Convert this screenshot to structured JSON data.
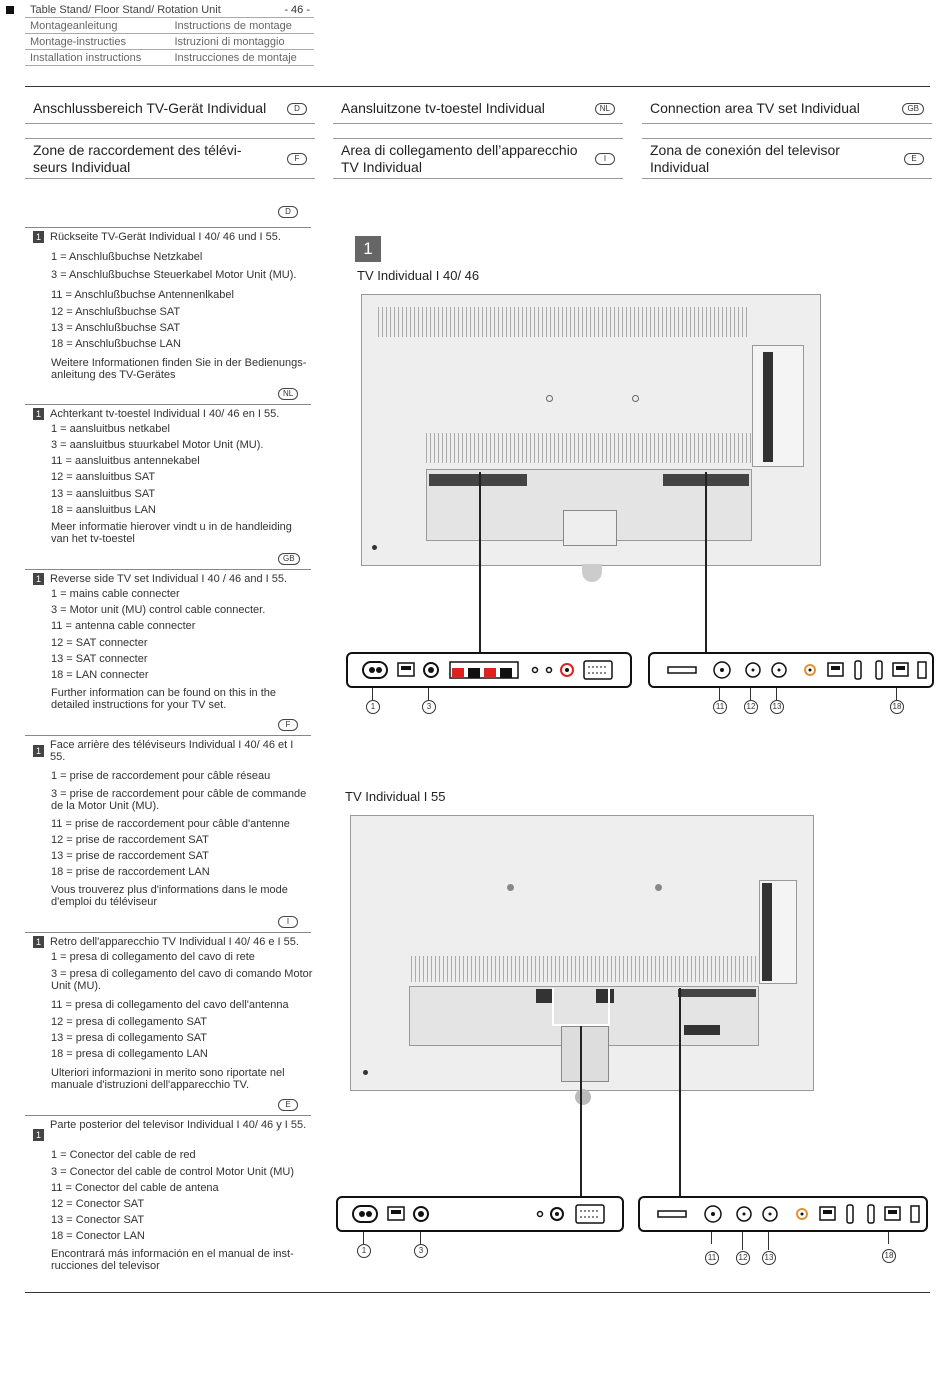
{
  "header": {
    "rows": [
      [
        "Table Stand/ Floor Stand/ Rotation Unit",
        "- 46 -"
      ],
      [
        "Montageanleitung",
        "Instructions de montage"
      ],
      [
        "Montage-instructies",
        "Istruzioni di montaggio"
      ],
      [
        "Installation instructions",
        "Instrucciones de montaje"
      ]
    ]
  },
  "headings": [
    {
      "text": "Anschlussbereich TV-Gerät Individual",
      "lang": "D"
    },
    {
      "text": "Aansluitzone tv-toestel Individual",
      "lang": "NL"
    },
    {
      "text": "Connection area TV set Individual",
      "lang": "GB"
    },
    {
      "text": "Zone de raccordement des télévi-seurs Individual",
      "lang": "F"
    },
    {
      "text": "Area di collegamento dell’apparecchio TV Individual",
      "lang": "I"
    },
    {
      "text": "Zona de conexión del televisor Individual",
      "lang": "E"
    }
  ],
  "sections": [
    {
      "lang": "D",
      "num": "1",
      "title": "Rückseite TV-Gerät Individual I 40/ 46 und I 55.",
      "items": [
        "1 = Anschlußbuchse Netzkabel",
        "3 = Anschlußbuchse Steuerkabel Motor Unit (MU).",
        "11 = Anschlußbuchse Antennenlkabel",
        "12 = Anschlußbuchse SAT",
        "13 = Anschlußbuchse SAT",
        "18 = Anschlußbuchse LAN"
      ],
      "note": "Weitere Informationen finden Sie in der Bedienungs-anleitung des TV-Gerätes"
    },
    {
      "lang": "NL",
      "num": "1",
      "title": "Achterkant tv-toestel Individual I 40/ 46 en I 55.",
      "items": [
        "1 = aansluitbus netkabel",
        "3 = aansluitbus stuurkabel Motor Unit (MU).",
        "11 = aansluitbus antennekabel",
        "12 = aansluitbus SAT",
        "13 = aansluitbus SAT",
        "18 = aansluitbus LAN"
      ],
      "note": "Meer informatie hierover vindt u in de handleiding van het tv-toestel"
    },
    {
      "lang": "GB",
      "num": "1",
      "title": "Reverse side TV set Individual I 40 / 46 and I 55.",
      "items": [
        "1 = mains cable connecter",
        "3 = Motor unit (MU) control cable connecter.",
        "11 = antenna cable connecter",
        "12 = SAT connecter",
        "13 = SAT connecter",
        "18 = LAN connecter"
      ],
      "note": "Further information can be found on this in the detailed instructions for your TV set."
    },
    {
      "lang": "F",
      "num": "1",
      "title": "Face arrière des téléviseurs Individual I 40/ 46 et I 55.",
      "items": [
        "1 = prise de raccordement pour câble réseau",
        "3 = prise de raccordement pour câble de commande de la Motor Unit (MU).",
        "11 = prise de raccordement pour câble d'antenne",
        "12 = prise de raccordement SAT",
        "13 = prise de raccordement SAT",
        "18 = prise de raccordement LAN"
      ],
      "note": "Vous trouverez plus d'informations dans le mode d'emploi du téléviseur"
    },
    {
      "lang": "I",
      "num": "1",
      "title": "Retro dell'apparecchio TV Individual I 40/ 46 e I 55.",
      "items": [
        "1 = presa di collegamento del cavo di rete",
        "3 = presa di collegamento del cavo di comando Motor Unit (MU).",
        "11 = presa di collegamento del cavo dell'antenna",
        "12 = presa di collegamento SAT",
        "13 = presa di collegamento SAT",
        "18 = presa di collegamento LAN"
      ],
      "note": "Ulteriori informazioni in merito sono riportate nel manuale d'istruzioni dell'apparecchio TV."
    },
    {
      "lang": "E",
      "num": "1",
      "title": "Parte posterior del televisor Individual I 40/ 46 y I 55.",
      "items": [
        "1 = Conector del cable de red",
        "3 = Conector del cable de control Motor Unit (MU)",
        "11 = Conector del cable de antena",
        "12 = Conector SAT",
        "13 = Conector SAT",
        "18 = Conector LAN"
      ],
      "note": "Encontrará más información en el manual de inst-rucciones del televisor"
    }
  ],
  "figure": {
    "number": "1",
    "label_top": "TV Individual I 40/ 46",
    "label_bottom": "TV Individual I 55",
    "callouts": [
      "1",
      "3",
      "11",
      "12",
      "13",
      "18"
    ]
  }
}
